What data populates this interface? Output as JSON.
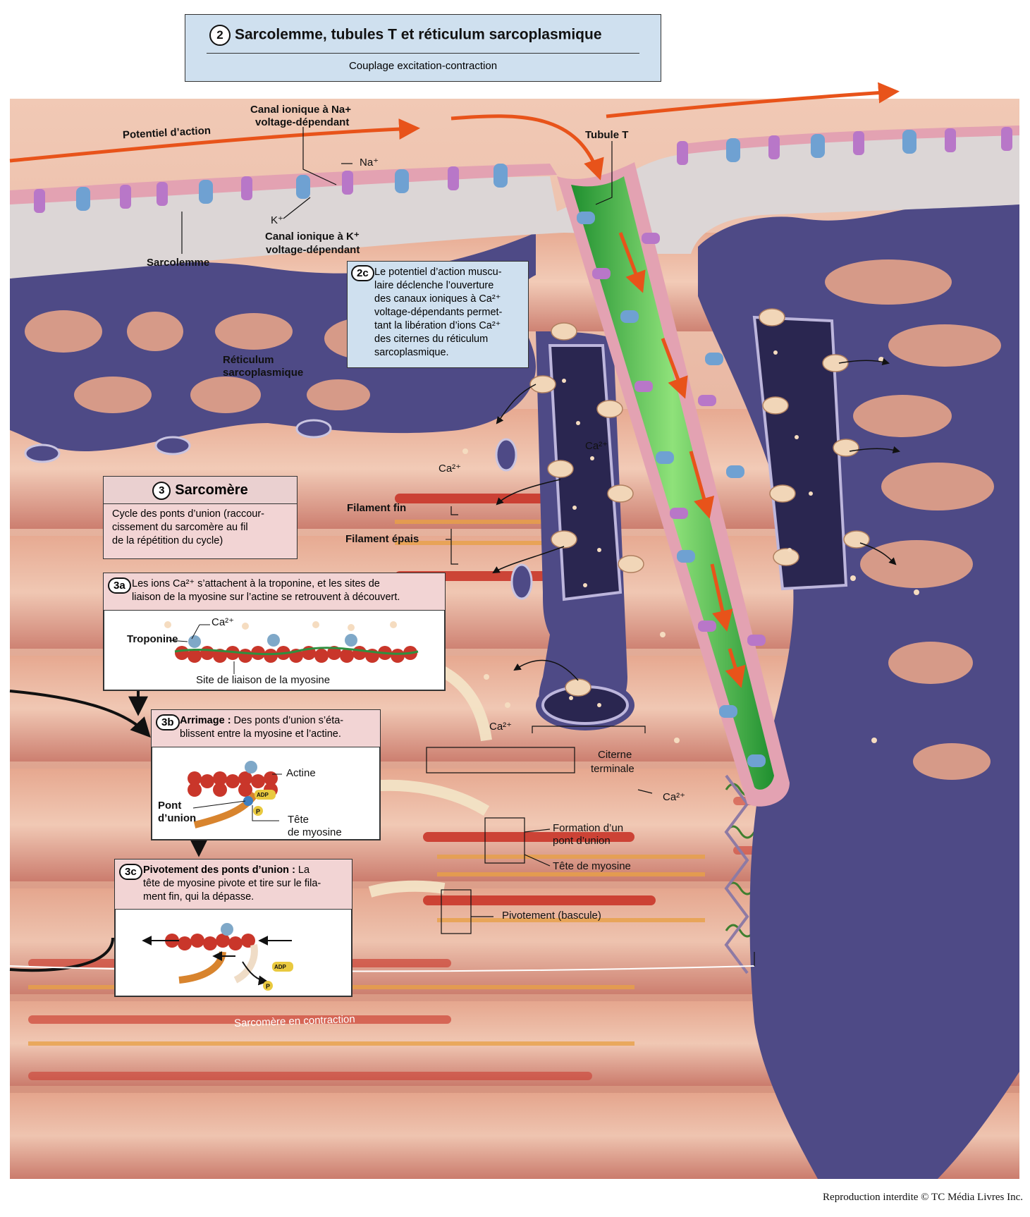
{
  "colors": {
    "action_potential": "#e8531a",
    "cytoplasm": "#e9b8a2",
    "membrane_grey": "#d8d4d4",
    "membrane_pink": "#e8a6b6",
    "reticulum": "#4e4a86",
    "t_tubule_green": "#3fbf3f",
    "box_blue": "#cfe0ef",
    "box_pink": "#f2d4d4",
    "box_pink_dark": "#ead0d0"
  },
  "section2": {
    "number": "2",
    "title": "Sarcolemme, tubules T et réticulum sarcoplasmique",
    "subtitle": "Couplage excitation-contraction"
  },
  "labels": {
    "potentiel": "Potentiel d’action",
    "canal_na_1": "Canal ionique à Na+",
    "canal_na_2": "voltage-dépendant",
    "na_ion": "Na⁺",
    "k_ion": "K⁺",
    "canal_k_1": "Canal ionique à K⁺",
    "canal_k_2": "voltage-dépendant",
    "sarcolemme": "Sarcolemme",
    "tubule_t": "Tubule T",
    "reticulum_1": "Réticulum",
    "reticulum_2": "sarcoplasmique",
    "ca_1": "Ca²⁺",
    "ca_2": "Ca²⁺",
    "ca_3": "Ca²⁺",
    "ca_4": "Ca²⁺",
    "filament_fin": "Filament fin",
    "filament_epais": "Filament épais",
    "citerne_1": "Citerne",
    "citerne_2": "terminale",
    "formation_1": "Formation d’un",
    "formation_2": "pont d’union",
    "tete_myosine_main": "Tête de myosine",
    "pivotement": "Pivotement (bascule)",
    "sarcomere_contraction": "Sarcomère en contraction",
    "copyright": "Reproduction interdite © TC Média Livres Inc."
  },
  "step2c": {
    "tag": "2c",
    "lines": [
      "Le potentiel d’action muscu-",
      "laire déclenche l’ouverture",
      "des canaux ioniques à Ca²⁺",
      "voltage-dépendants permet-",
      "tant la libération d’ions Ca²⁺",
      "des citernes du réticulum",
      "sarcoplasmique."
    ]
  },
  "section3": {
    "number": "3",
    "title": "Sarcomère",
    "lines": [
      "Cycle des ponts d’union (raccour-",
      "cissement du sarcomère au fil",
      "de la répétition du cycle)"
    ]
  },
  "step3a": {
    "tag": "3a",
    "lines": [
      "Les ions Ca²⁺ s’attachent à la troponine, et les sites de",
      "liaison de la myosine sur l’actine se retrouvent à découvert."
    ],
    "ca": "Ca²⁺",
    "troponine": "Troponine",
    "site": "Site de liaison de la myosine"
  },
  "step3b": {
    "tag": "3b",
    "title": "Arrimage :",
    "line1": " Des ponts d’union s’éta-",
    "line2": "blissent entre la myosine et l’actine.",
    "actine": "Actine",
    "pont_1": "Pont",
    "pont_2": "d’union",
    "tete_1": "Tête",
    "tete_2": "de myosine",
    "adp": "ADP",
    "p": "P"
  },
  "step3c": {
    "tag": "3c",
    "title": "Pivotement des ponts d’union :",
    "line1": " La",
    "line2": "tête de myosine pivote et tire sur le fila-",
    "line3": "ment fin, qui la dépasse.",
    "adp": "ADP",
    "p": "P"
  }
}
